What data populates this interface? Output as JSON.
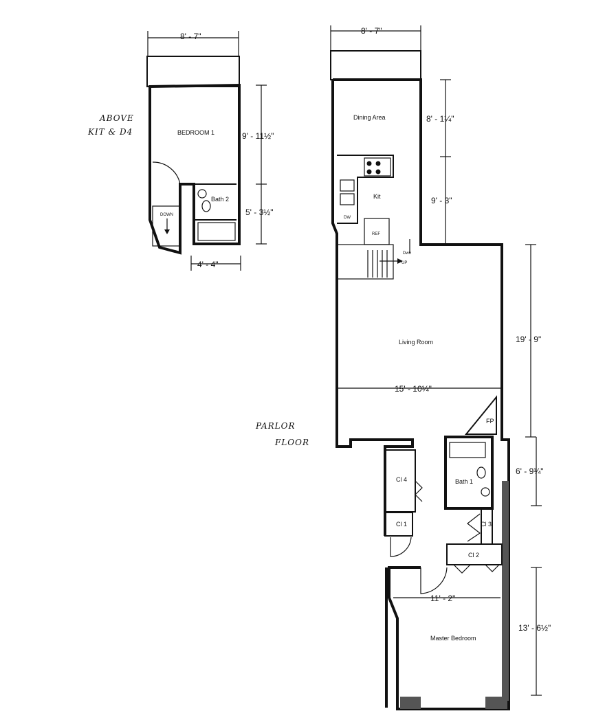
{
  "upper_plan": {
    "note_line1": "ABOVE",
    "note_line2": "KIT & D4",
    "rooms": {
      "bedroom": "BEDROOM 1",
      "bath": "Bath 2",
      "stair": "DOWN"
    },
    "dims": {
      "width_top": "8' - 7\"",
      "bedroom_depth": "9' - 11½\"",
      "bath_depth": "5' - 3½\"",
      "bath_width": "4' - 4\""
    }
  },
  "main_plan": {
    "floor_label_line1": "PARLOR",
    "floor_label_line2": "FLOOR",
    "rooms": {
      "dining": "Dining Area",
      "kitchen": "Kit",
      "dishwasher": "DW",
      "refrigerator": "REF",
      "down": "Dwn",
      "up": "UP",
      "living": "Living Room",
      "fireplace": "FP",
      "bath": "Bath 1",
      "closet14": "Cl 4",
      "closet11": "Cl 1",
      "closet13": "Cl 3",
      "closet12": "Cl 2",
      "master": "Master Bedroom"
    },
    "dims": {
      "width_top": "8' - 7\"",
      "dining_depth": "8' - 1¼\"",
      "kitchen_depth": "9' - 3\"",
      "living_depth": "19' - 9\"",
      "living_width": "15' - 10¼\"",
      "bath_depth": "6' - 9¼\"",
      "master_width": "11' - 2\"",
      "master_depth": "13' - 6½\""
    }
  }
}
